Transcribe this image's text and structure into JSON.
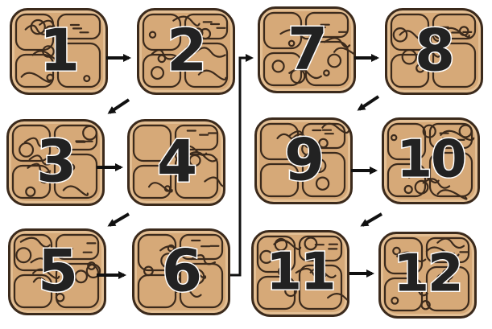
{
  "colors": {
    "stone": "#d6a978",
    "stone_highlight": "#e3bf94",
    "carving": "#3b2a1c",
    "number_fill": "#222222",
    "number_outline": "#ffffff",
    "arrow": "#111111"
  },
  "glyphs": [
    {
      "id": 1,
      "label": "1",
      "icon": "maya-head-glyph-icon"
    },
    {
      "id": 2,
      "label": "2",
      "icon": "maya-head-glyph-icon"
    },
    {
      "id": 3,
      "label": "3",
      "icon": "maya-glyph-icon"
    },
    {
      "id": 4,
      "label": "4",
      "icon": "maya-glyph-icon"
    },
    {
      "id": 5,
      "label": "5",
      "icon": "maya-glyph-icon"
    },
    {
      "id": 6,
      "label": "6",
      "icon": "maya-profile-glyph-icon"
    },
    {
      "id": 7,
      "label": "7",
      "icon": "maya-head-glyph-icon"
    },
    {
      "id": 8,
      "label": "8",
      "icon": "maya-glyph-icon"
    },
    {
      "id": 9,
      "label": "9",
      "icon": "maya-glyph-icon"
    },
    {
      "id": 10,
      "label": "10",
      "icon": "maya-glyph-icon"
    },
    {
      "id": 11,
      "label": "11",
      "icon": "maya-profile-glyph-icon"
    },
    {
      "id": 12,
      "label": "12",
      "icon": "maya-glyph-icon"
    }
  ],
  "reading_order": [
    {
      "from": 1,
      "to": 2
    },
    {
      "from": 2,
      "to": 3
    },
    {
      "from": 3,
      "to": 4
    },
    {
      "from": 4,
      "to": 5
    },
    {
      "from": 5,
      "to": 6
    },
    {
      "from": 6,
      "to": 7
    },
    {
      "from": 7,
      "to": 8
    },
    {
      "from": 8,
      "to": 9
    },
    {
      "from": 9,
      "to": 10
    },
    {
      "from": 10,
      "to": 11
    },
    {
      "from": 11,
      "to": 12
    }
  ]
}
